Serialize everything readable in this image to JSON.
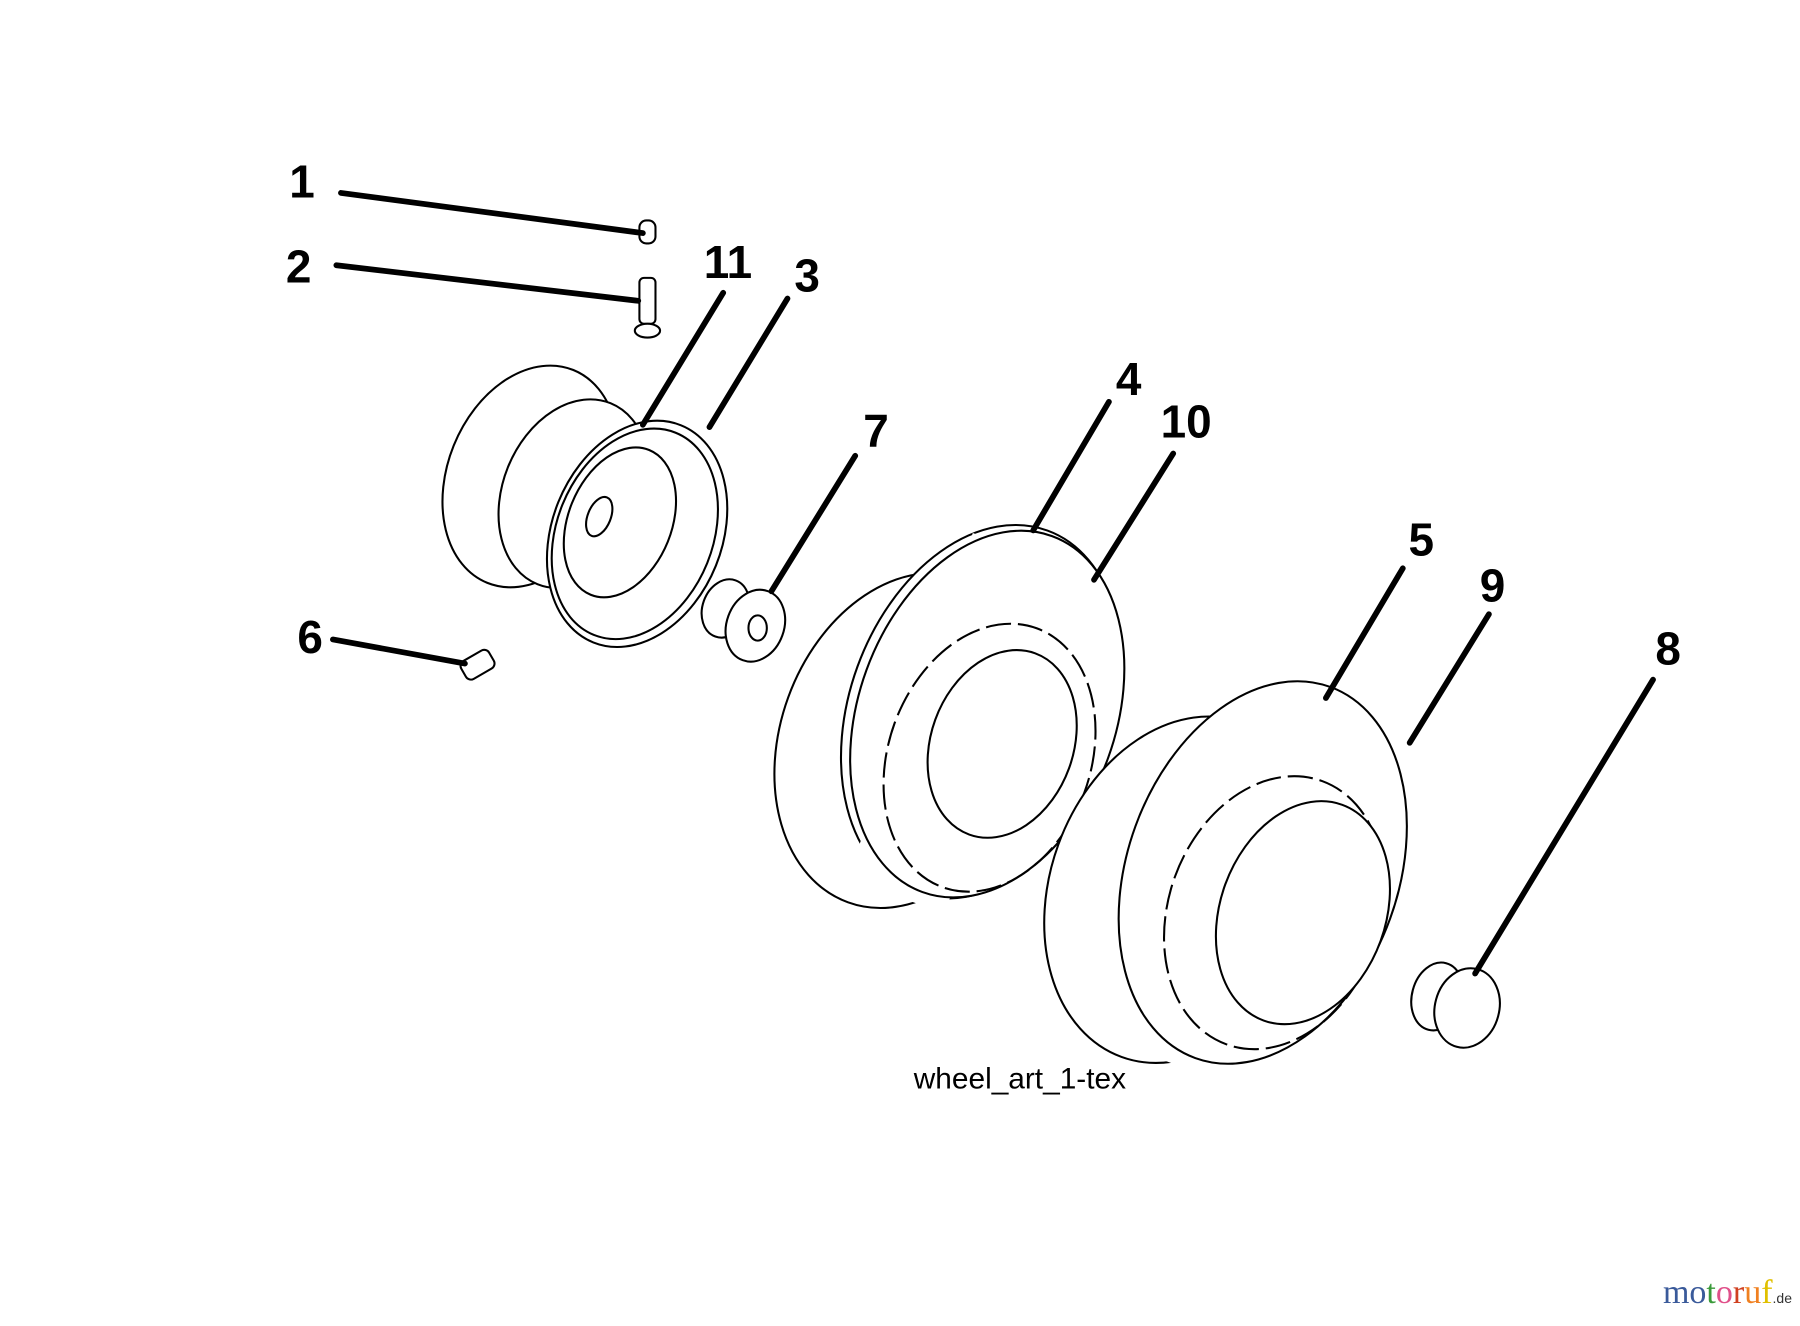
{
  "diagram": {
    "caption": "wheel_art_1-tex",
    "callouts": [
      "1",
      "2",
      "3",
      "4",
      "5",
      "6",
      "7",
      "8",
      "9",
      "10",
      "11"
    ]
  },
  "watermark": {
    "text": "motoruf",
    "suffix": ".de",
    "letters": [
      "m",
      "o",
      "t",
      "o",
      "r",
      "u",
      "f"
    ],
    "colors": [
      "#3a5a9a",
      "#3a5a9a",
      "#3a9a3a",
      "#e0508a",
      "#d04020",
      "#f08020",
      "#e0c000"
    ]
  }
}
